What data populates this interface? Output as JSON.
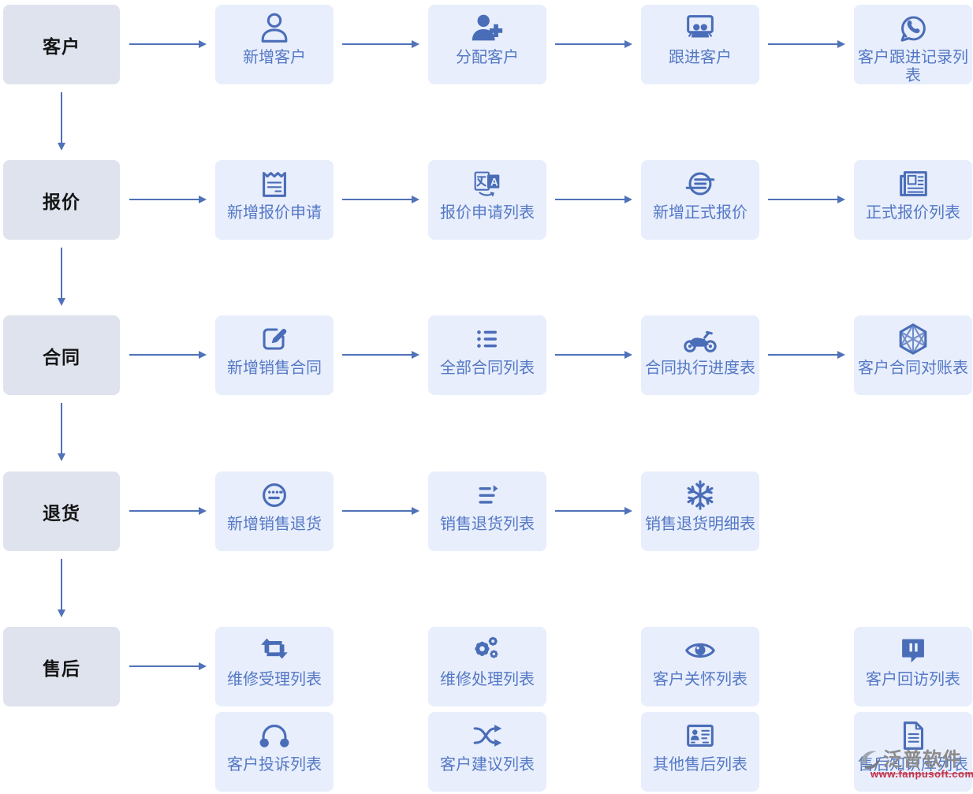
{
  "colors": {
    "accent": "#4a6db8",
    "arrow": "#4f72b8",
    "node_bg": "#e8eefc",
    "stage_bg": "#dfe3ee",
    "label": "#5478c5",
    "stage_text": "#151515",
    "wm_gray": "#8b8b8b",
    "wm_red": "#c2354b"
  },
  "flow": {
    "rows": [
      {
        "stage": "客户",
        "nodes": [
          {
            "label": "新增客户",
            "icon": "user-outline"
          },
          {
            "label": "分配客户",
            "icon": "user-add"
          },
          {
            "label": "跟进客户",
            "icon": "presentation-people"
          },
          {
            "label": "客户跟进记录列表",
            "icon": "whatsapp"
          }
        ]
      },
      {
        "stage": "报价",
        "nodes": [
          {
            "label": "新增报价申请",
            "icon": "receipt"
          },
          {
            "label": "报价申请列表",
            "icon": "translate"
          },
          {
            "label": "新增正式报价",
            "icon": "circle-list"
          },
          {
            "label": "正式报价列表",
            "icon": "newspaper"
          }
        ]
      },
      {
        "stage": "合同",
        "nodes": [
          {
            "label": "新增销售合同",
            "icon": "compose"
          },
          {
            "label": "全部合同列表",
            "icon": "bullet-list"
          },
          {
            "label": "合同执行进度表",
            "icon": "motorcycle"
          },
          {
            "label": "客户合同对账表",
            "icon": "hexagon-web"
          }
        ]
      },
      {
        "stage": "退货",
        "nodes": [
          {
            "label": "新增销售退货",
            "icon": "keyboard-circle"
          },
          {
            "label": "销售退货列表",
            "icon": "list-arrow"
          },
          {
            "label": "销售退货明细表",
            "icon": "snowflake"
          }
        ]
      },
      {
        "stage": "售后",
        "nodes": [
          {
            "label": "维修受理列表",
            "icon": "loop"
          },
          {
            "label": "维修处理列表",
            "icon": "gears"
          },
          {
            "label": "客户关怀列表",
            "icon": "eye"
          },
          {
            "label": "客户回访列表",
            "icon": "chat-bubble"
          }
        ]
      }
    ],
    "extra_row": {
      "nodes": [
        {
          "label": "客户投诉列表",
          "icon": "headphones"
        },
        {
          "label": "客户建议列表",
          "icon": "shuffle"
        },
        {
          "label": "其他售后列表",
          "icon": "id-card"
        },
        {
          "label": "售后知识库列表",
          "icon": "document"
        }
      ]
    }
  },
  "watermark": {
    "brand": "泛普软件",
    "url": "www.fanpusoft.com"
  }
}
